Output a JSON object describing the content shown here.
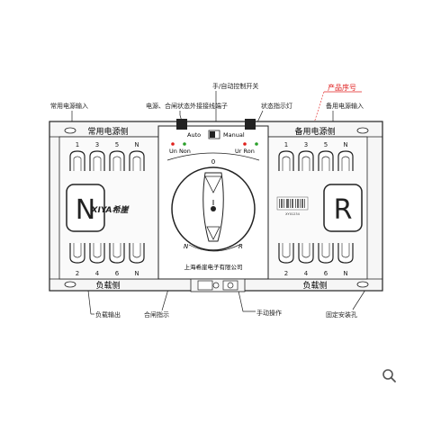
{
  "callouts": {
    "manual_auto_switch": "手/自动控制开关",
    "aux_terminal": "电源、合闸状态外接接线端子",
    "common_input": "常用电源输入",
    "status_light": "状态指示灯",
    "product_serial": "产品序号",
    "backup_input": "备用电源输入",
    "load_output": "负载输出",
    "close_indicator": "合闸指示",
    "manual_operation": "手动操作",
    "mount_hole": "固定安装孔"
  },
  "panel": {
    "common_side": "常用电源侧",
    "backup_side": "备用电源侧",
    "load_side_left": "负载侧",
    "load_side_right": "负载侧",
    "left_terms_top": [
      "1",
      "3",
      "5",
      "N"
    ],
    "right_terms_top": [
      "1",
      "3",
      "5",
      "N"
    ],
    "left_terms_bottom": [
      "2",
      "4",
      "6",
      "N"
    ],
    "right_terms_bottom": [
      "2",
      "4",
      "6",
      "N"
    ],
    "big_left": "N",
    "big_right": "R",
    "mode_auto": "Auto",
    "mode_manual": "Manual",
    "led_left": "Un Non",
    "led_right": "Ur Ron",
    "knob_zero": "0",
    "knob_n": "N",
    "knob_r": "R",
    "brand": "XIYA希崖",
    "company": "上海希崖电子有限公司",
    "serial_code": "XY01234"
  },
  "colors": {
    "serial_callout": "#e02020",
    "led_red": "#e0201c",
    "led_green": "#2aa02a"
  },
  "icons": {
    "zoom": "magnifier-icon"
  }
}
